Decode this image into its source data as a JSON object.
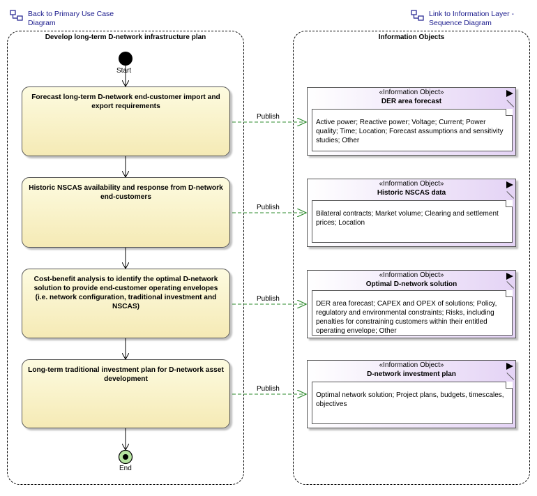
{
  "links": {
    "back": {
      "label": "Back to Primary Use Case Diagram",
      "icon": "diagram-link-icon"
    },
    "forward": {
      "label": "Link to Information Layer - Sequence Diagram",
      "icon": "diagram-link-icon"
    }
  },
  "lanes": {
    "left": {
      "title": "Develop long-term D-network infrastructure plan"
    },
    "right": {
      "title": "Information Objects"
    }
  },
  "start": {
    "label": "Start"
  },
  "end": {
    "label": "End"
  },
  "actions": [
    {
      "label": "Forecast long-term D-network end-customer import and export requirements"
    },
    {
      "label": "Historic NSCAS availability and response from D-network end-customers"
    },
    {
      "label": "Cost-benefit analysis to identify the optimal D-network solution to provide end-customer operating envelopes (i.e. network configuration, traditional investment and NSCAS)"
    },
    {
      "label": "Long-term traditional investment plan for D-network asset development"
    }
  ],
  "flows": [
    {
      "label": "Publish"
    },
    {
      "label": "Publish"
    },
    {
      "label": "Publish"
    },
    {
      "label": "Publish"
    }
  ],
  "info_objects": [
    {
      "stereotype": "«Information Object»",
      "title": "DER area forecast",
      "note": "Active power; Reactive power; Voltage; Current; Power quality; Time; Location; Forecast assumptions and sensitivity studies; Other"
    },
    {
      "stereotype": "«Information Object»",
      "title": "Historic NSCAS data",
      "note": "Bilateral contracts; Market volume; Clearing and settlement prices; Location"
    },
    {
      "stereotype": "«Information Object»",
      "title": "Optimal D-network solution",
      "note": "DER area forecast; CAPEX and OPEX of solutions; Policy, regulatory and environmental constraints; Risks, including penalties for constraining customers within their entitled operating envelope; Other"
    },
    {
      "stereotype": "«Information Object»",
      "title": "D-network investment plan",
      "note": "Optimal network solution; Project plans, budgets, timescales, objectives"
    }
  ],
  "colors": {
    "action_fill": "#f5eab5",
    "info_fill": "#e4d3f5",
    "flow_line": "#2e8b2e",
    "end_fill": "#b5e3a0"
  }
}
